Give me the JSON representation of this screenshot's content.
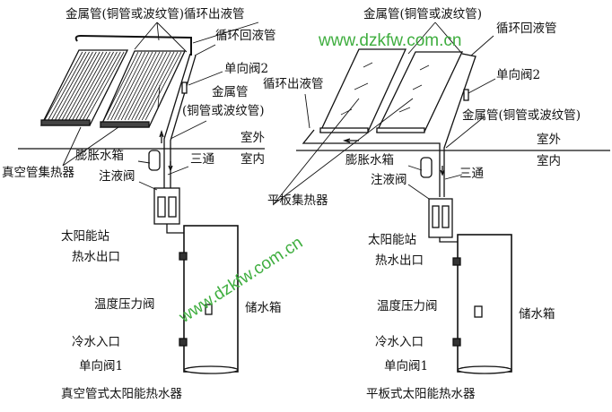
{
  "left": {
    "metal_pipe_outlet": "金属管(铜管或波纹管)循环出液管",
    "return_pipe": "循环回液管",
    "check_valve_2": "单向阀2",
    "metal_pipe": "金属管",
    "metal_pipe_note": "(铜管或波纹管)",
    "outdoor": "室外",
    "indoor": "室内",
    "expansion_tank": "膨胀水箱",
    "tee": "三通",
    "collector": "真空管集热器",
    "fill_valve": "注液阀",
    "solar_station": "太阳能站",
    "hot_outlet": "热水出口",
    "tp_valve": "温度压力阀",
    "storage_tank": "储水箱",
    "cold_inlet": "冷水入口",
    "check_valve_1": "单向阀1",
    "caption": "真空管式太阳能热水器"
  },
  "right": {
    "metal_pipe_top": "金属管(铜管或波纹管)",
    "return_pipe": "循环回液管",
    "check_valve_2": "单向阀2",
    "outlet_pipe": "循环出液管",
    "metal_pipe": "金属管(铜管或波纹管)",
    "outdoor": "室外",
    "indoor": "室内",
    "expansion_tank": "膨胀水箱",
    "tee": "三通",
    "fill_valve": "注液阀",
    "collector": "平板集热器",
    "solar_station": "太阳能站",
    "hot_outlet": "热水出口",
    "tp_valve": "温度压力阀",
    "storage_tank": "储水箱",
    "cold_inlet": "冷水入口",
    "check_valve_1": "单向阀1",
    "caption": "平板式太阳能热水器"
  },
  "watermark": "www.dzkfw.com.cn"
}
